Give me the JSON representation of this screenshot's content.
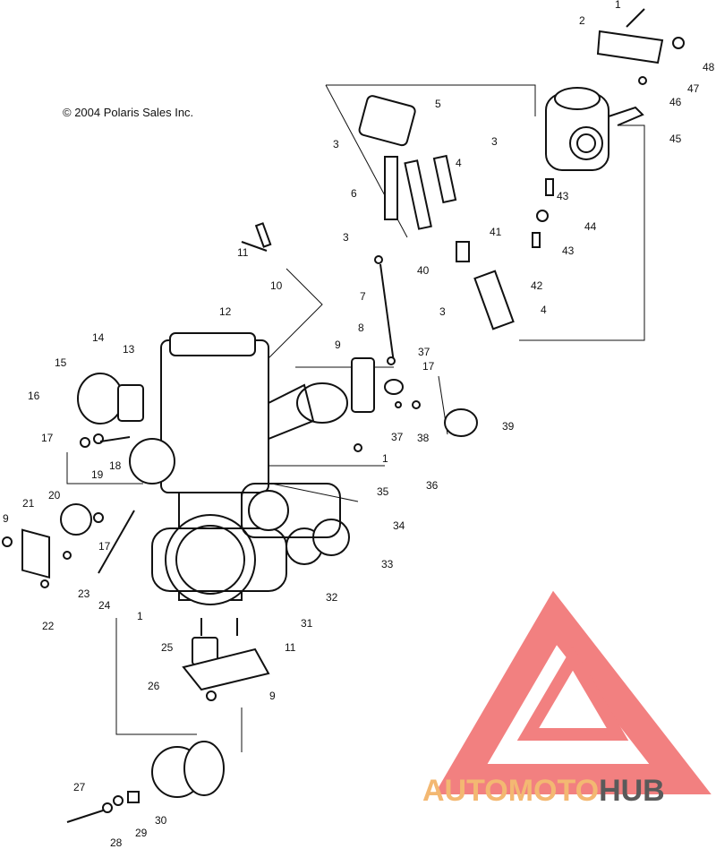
{
  "copyright": "© 2004 Polaris Sales Inc.",
  "watermark": {
    "part1": "AUTOMOTO",
    "part2": "HUB",
    "accent": "#f3b872",
    "dark": "#5a5a5a",
    "logo_color": "#f06a6a"
  },
  "callouts": [
    "1",
    "2",
    "48",
    "47",
    "46",
    "45",
    "5",
    "3",
    "3",
    "4",
    "6",
    "3",
    "43",
    "44",
    "43",
    "11",
    "10",
    "40",
    "41",
    "7",
    "42",
    "3",
    "4",
    "12",
    "14",
    "13",
    "15",
    "16",
    "9",
    "8",
    "37",
    "17",
    "39",
    "37",
    "38",
    "17",
    "19",
    "18",
    "1",
    "36",
    "35",
    "34",
    "20",
    "21",
    "9",
    "17",
    "23",
    "24",
    "22",
    "33",
    "32",
    "31",
    "1",
    "25",
    "11",
    "26",
    "9",
    "27",
    "28",
    "29",
    "30"
  ]
}
